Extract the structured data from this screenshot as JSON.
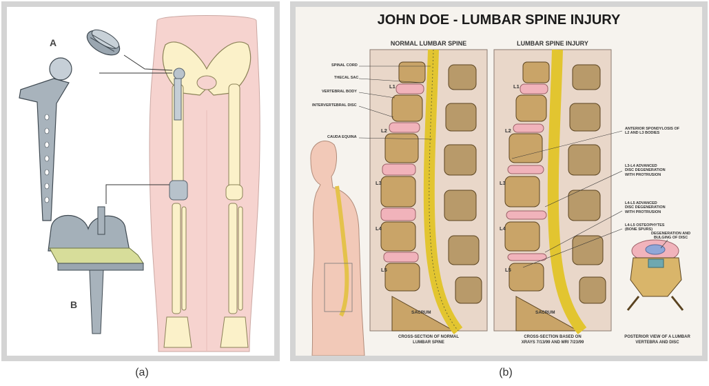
{
  "captions": {
    "a": "(a)",
    "b": "(b)"
  },
  "panel_a": {
    "labels": {
      "hip_part": "A",
      "knee_part": "B"
    }
  },
  "panel_b": {
    "title": "JOHN DOE - LUMBAR SPINE INJURY",
    "normal": {
      "heading": "NORMAL LUMBAR SPINE",
      "callouts": [
        "SPINAL CORD",
        "THECAL SAC",
        "VERTEBRAL BODY",
        "INTERVERTEBRAL DISC",
        "CAUDA EQUINA"
      ],
      "vertebrae": [
        "L1",
        "L2",
        "L3",
        "L4",
        "L5"
      ],
      "sacrum": "SACRUM",
      "footer": [
        "CROSS-SECTION OF NORMAL",
        "LUMBAR SPINE"
      ]
    },
    "injury": {
      "heading": "LUMBAR SPINE INJURY",
      "vertebrae": [
        "L1",
        "L2",
        "L3",
        "L4",
        "L5"
      ],
      "sacrum": "SACRUM",
      "callouts": [
        [
          "ANTERIOR SPONDYLOSIS OF",
          "L2 AND L3 BODIES"
        ],
        [
          "L3-L4 ADVANCED",
          "DISC DEGENERATION",
          "WITH PROTRUSION"
        ],
        [
          "L4-L5 ADVANCED",
          "DISC DEGENERATION",
          "WITH PROTRUSION"
        ],
        [
          "L4-L5 OSTEOPHYTES",
          "(BONE SPURS)"
        ]
      ],
      "footer": [
        "CROSS-SECTION BASED ON",
        "XRAYS 7/13/99 AND MRI 7/23/99"
      ]
    },
    "inset": {
      "callout": [
        "DEGENERATION AND",
        "BULGING OF DISC"
      ],
      "footer": [
        "POSTERIOR VIEW OF A LUMBAR",
        "VERTEBRA AND DISC"
      ]
    }
  }
}
